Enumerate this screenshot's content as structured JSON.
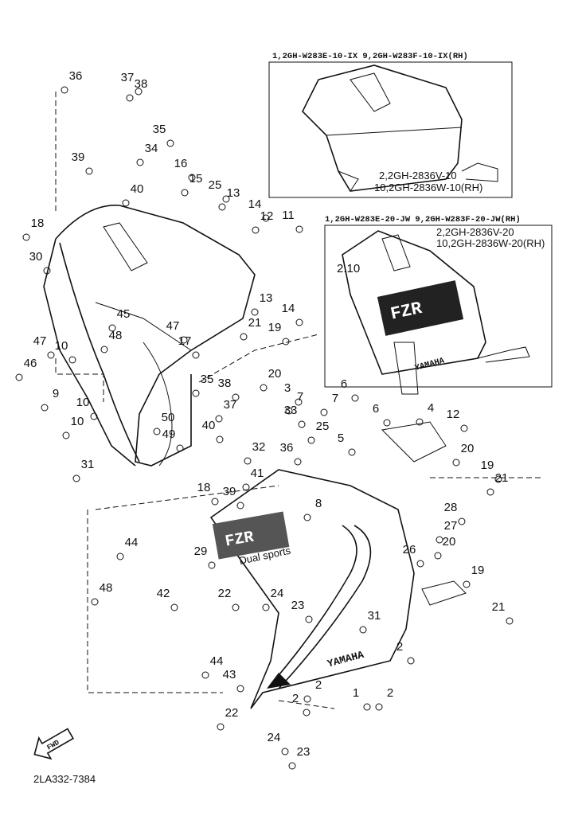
{
  "insets": {
    "top": {
      "caption": "1,2GH-W283E-10-IX   9,2GH-W283F-10-IX(RH)",
      "sub1": "2,2GH-2836V-10",
      "sub2": "10,2GH-2836W-10(RH)"
    },
    "middle": {
      "caption": "1,2GH-W283E-20-JW  9,2GH-W283F-20-JW(RH)",
      "sub1": "2,2GH-2836V-20",
      "sub2": "10,2GH-2836W-20(RH)",
      "callout": "2.10"
    }
  },
  "callouts": [
    "36",
    "37",
    "38",
    "35",
    "34",
    "39",
    "40",
    "16",
    "15",
    "25",
    "13",
    "14",
    "12",
    "11",
    "18",
    "30",
    "13",
    "14",
    "21",
    "19",
    "45",
    "47",
    "48",
    "47",
    "46",
    "10",
    "9",
    "10",
    "10",
    "17",
    "35",
    "38",
    "37",
    "40",
    "50",
    "49",
    "31",
    "33",
    "32",
    "36",
    "41",
    "39",
    "20",
    "3",
    "7",
    "6",
    "7",
    "6",
    "4",
    "12",
    "25",
    "5",
    "20",
    "19",
    "21",
    "18",
    "8",
    "28",
    "27",
    "26",
    "20",
    "29",
    "44",
    "42",
    "48",
    "22",
    "24",
    "23",
    "19",
    "21",
    "31",
    "2",
    "2",
    "1",
    "2",
    "2",
    "44",
    "43",
    "22",
    "24",
    "23"
  ],
  "decals": {
    "model": "FZR",
    "brand": "YAMAHA",
    "script": "Dual sports"
  },
  "front_arrow": "FWD",
  "diagram_code": "2LA332-7384"
}
